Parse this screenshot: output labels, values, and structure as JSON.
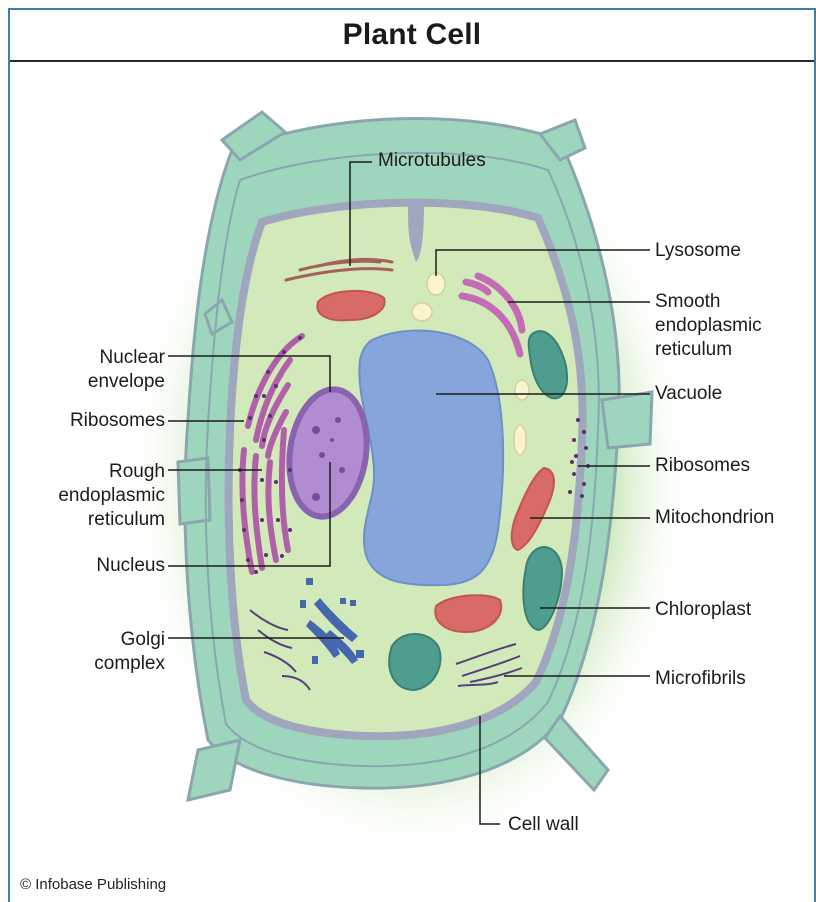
{
  "title": "Plant Cell",
  "labels": {
    "microtubules": "Microtubules",
    "lysosome": "Lysosome",
    "smooth_er": "Smooth\nendoplasmic\nreticulum",
    "nuclear_envelope": "Nuclear\nenvelope",
    "ribosomes_left": "Ribosomes",
    "rough_er": "Rough\nendoplasmic\nreticulum",
    "nucleus": "Nucleus",
    "golgi": "Golgi\ncomplex",
    "vacuole": "Vacuole",
    "ribosomes_right": "Ribosomes",
    "mitochondrion": "Mitochondrion",
    "chloroplast": "Chloroplast",
    "microfibrils": "Microfibrils",
    "cell_wall": "Cell wall"
  },
  "copyright": "© Infobase Publishing",
  "colors": {
    "frame": "#3f7fa2",
    "cell_wall": "#9dd6bd",
    "cytoplasm": "#d2eab9",
    "membrane": "#9fa6bd",
    "vacuole": "#86a6db",
    "nucleus": "#a07cc0",
    "rough_er": "#b060a8",
    "smooth_er": "#c46bb5",
    "mitochondrion": "#d86b67",
    "chloroplast": "#4f9d8f",
    "golgi": "#4667b0",
    "lysosome": "#fbf5cf"
  }
}
